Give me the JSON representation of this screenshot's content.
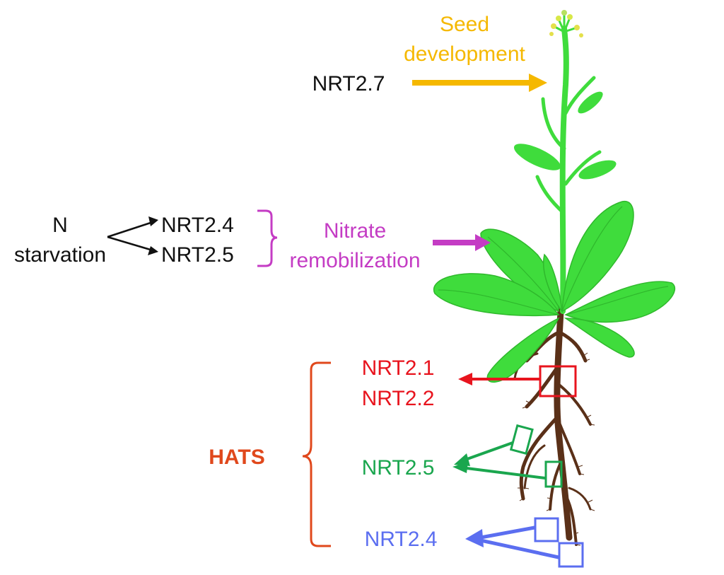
{
  "labels": {
    "seed_line1": "Seed",
    "seed_line2": "development",
    "nrt27": "NRT2.7",
    "n": "N",
    "starvation": "starvation",
    "nrt24_a": "NRT2.4",
    "nrt25_a": "NRT2.5",
    "nitrate": "Nitrate",
    "remobilization": "remobilization",
    "nrt21": "NRT2.1",
    "nrt22": "NRT2.2",
    "hats": "HATS",
    "nrt25_b": "NRT2.5",
    "nrt24_b": "NRT2.4"
  },
  "colors": {
    "seed": "#f5b800",
    "black": "#111111",
    "magenta": "#c43cc4",
    "red": "#e8141e",
    "orange": "#e0481c",
    "green": "#1aa64e",
    "blue": "#5b6ef0",
    "plant_green": "#3fdc3c",
    "root_brown": "#5a3018"
  }
}
